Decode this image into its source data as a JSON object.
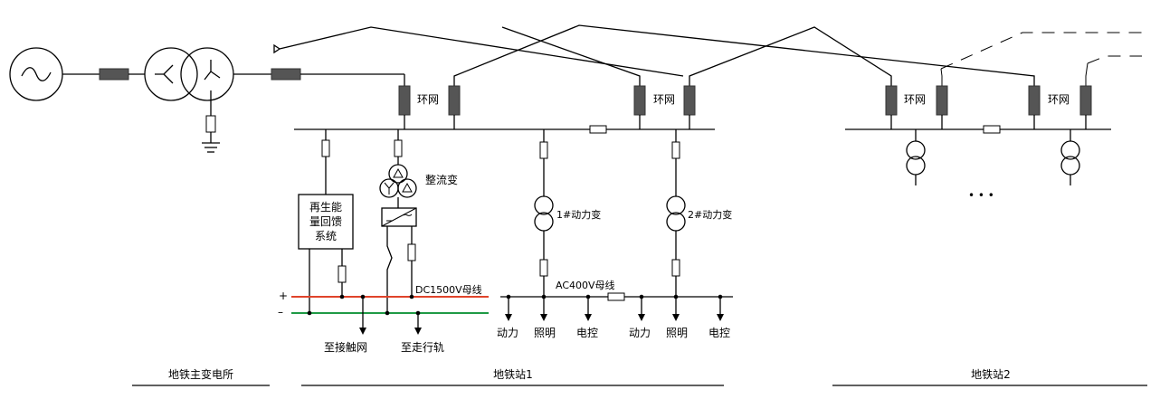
{
  "labels": {
    "ring_net": "环网",
    "rectifier_transformer": "整流变",
    "regen_line1": "再生能",
    "regen_line2": "量回馈",
    "regen_line3": "系统",
    "power_transformer_1": "1#动力变",
    "power_transformer_2": "2#动力变",
    "dc_bus": "DC1500V母线",
    "ac_bus": "AC400V母线",
    "to_catenary": "至接触网",
    "to_running_rail": "至走行轨",
    "plus": "+",
    "minus": "–",
    "load_power": "动力",
    "load_lighting": "照明",
    "load_control": "电控",
    "ellipsis": "• • •"
  },
  "sections": {
    "main_substation": "地铁主变电所",
    "station_1": "地铁站1",
    "station_2": "地铁站2"
  },
  "colors": {
    "dc_positive": "#e0442b",
    "dc_negative": "#1f9a45",
    "switchgear": "#555555"
  }
}
